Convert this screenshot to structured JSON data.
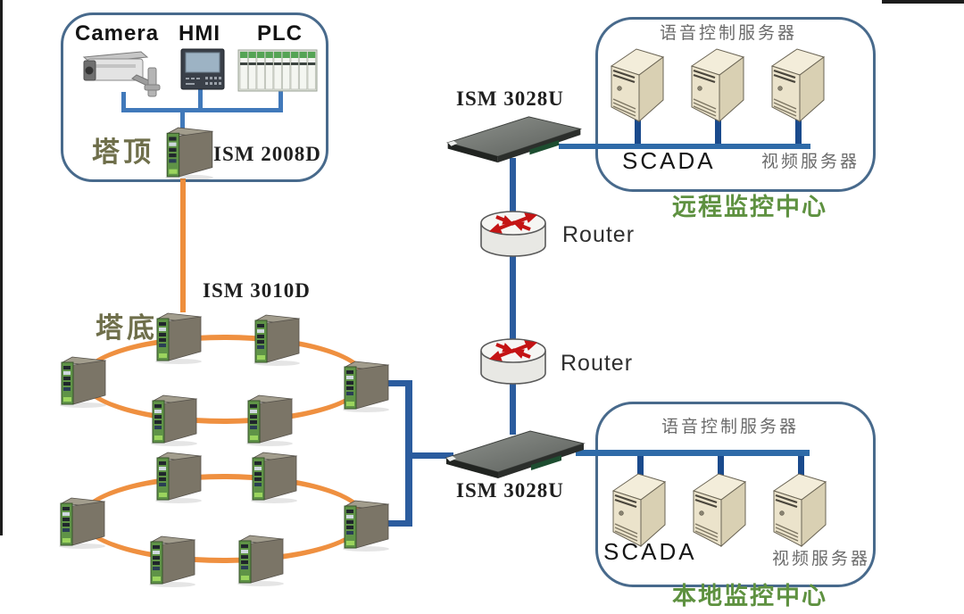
{
  "colors": {
    "ring_fiber": "#ef9040",
    "feeder_fiber": "#ee8e3c",
    "backbone_line": "#2b5c9e",
    "bus_line": "#2e6aa8",
    "stub_line": "#1a4a8c",
    "device_link": "#4179ba",
    "group_border": "#486a8c",
    "green_title": "#5e9140",
    "olive_label": "#6f6f4b"
  },
  "tower_top": {
    "device_labels": [
      "Camera",
      "HMI",
      "PLC"
    ],
    "location_label": "塔顶",
    "switch_model": "ISM 2008D"
  },
  "tower_base": {
    "location_label": "塔底",
    "ring_switch_model": "ISM 3010D"
  },
  "backbone": {
    "uplink_switch_model": "ISM 3028U",
    "downlink_switch_model": "ISM 3028U",
    "router_labels": [
      "Router",
      "Router"
    ]
  },
  "remote_center": {
    "title": "远程监控中心",
    "voice_server_label": "语音控制服务器",
    "scada_label": "SCADA",
    "video_server_label": "视频服务器"
  },
  "local_center": {
    "title": "本地监控中心",
    "voice_server_label": "语音控制服务器",
    "scada_label": "SCADA",
    "video_server_label": "视频服务器"
  }
}
